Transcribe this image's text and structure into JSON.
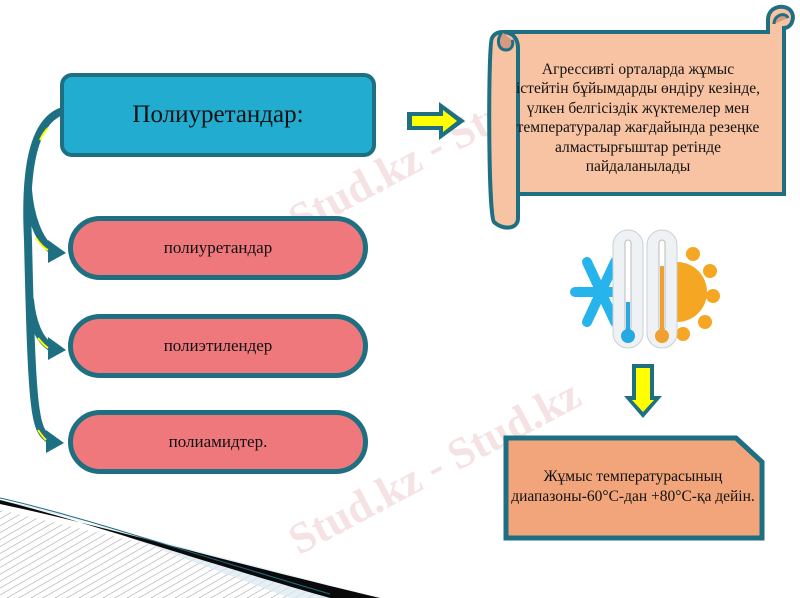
{
  "diagram": {
    "main_title": "Полиуретандар:",
    "branches": [
      {
        "label": "полиуретандар"
      },
      {
        "label": "полиэтилендер"
      },
      {
        "label": "полиамидтер."
      }
    ],
    "description_scroll": {
      "text": "Агрессивті орталарда жұмыс істейтін бұйымдарды өндіру кезінде, үлкен белгісіздік жүктемелер мен температуралар жағдайында резеңке алмастырғыштар ретінде пайдаланылады"
    },
    "temperature_range_box": {
      "text": "Жұмыс температурасының диапазоны-60°С-дан +80°С-қа дейін."
    },
    "illustration": "thermometers-cold-hot-icon",
    "watermark": "Stud.kz - Stud.kz"
  },
  "colors": {
    "title_fill": "#21acd0",
    "outline": "#1e6f82",
    "pill_fill": "#ef787c",
    "scroll_fill": "#f7c3a3",
    "result_fill": "#f2a57a",
    "arrow_fill": "#ffff00"
  }
}
